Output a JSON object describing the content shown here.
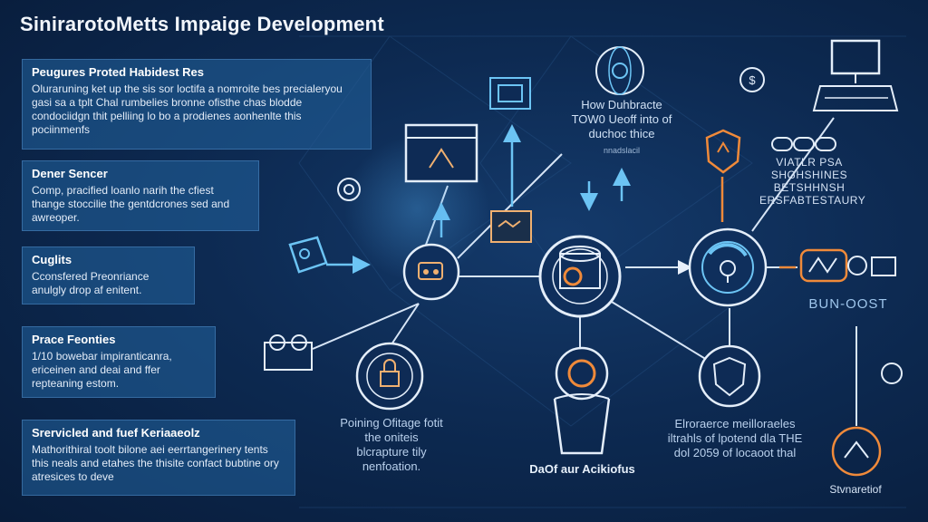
{
  "title": "SinirarotoMetts Impaige Development",
  "panels": [
    {
      "heading": "Peugures Proted Habidest Res",
      "body": "Oluraruning ket up the sis sor loctifa a nomroite bes precialeryou gasi sa a tplt Chal rumbelies bronne ofisthe chas blodde condociidgn thit pelliing lo bo a prodienes aonhenlte this pociinmenfs"
    },
    {
      "heading": "Dener Sencer",
      "body": "Comp, pracified loanlo narih the cfiest thange stoccilie the gentdcrones sed and awreoper."
    },
    {
      "heading": "Cuglits",
      "body": "Cconsfered Preonriance anulgly drop af enitent."
    },
    {
      "heading": "Prace Feonties",
      "body": "1/10 bowebar impiranticanra, ericeinen and deai and ffer repteaning estom."
    },
    {
      "heading": "Srervicled and fuef Keriaaeolz",
      "body": "Mathorithiral toolt bilone aei eerrtangerinery tents this neals and etahes the thisite confact bubtine ory atresices to deve"
    }
  ],
  "captions": {
    "top_center": "How Duhbracte TOW0 Ueoff into of duchoc thice",
    "top_center_small": "nnadslacil",
    "right_list": "VIATLR PSA SHGHSHINES BETSHHNSH ERSFABTESTAURY",
    "bun_cost": "BUN-OOST",
    "bottom_left": "Poining Ofitage fotit the oniteis blcrapture tily nenfoation.",
    "bottom_center": "DaOf aur Acikiofus",
    "bottom_right": "Elroraerce meilloraeles iltrahls of lpotend dla THE dol 2059 of locaoot thal",
    "bottom_far_right": "Stvnaretiof"
  },
  "colors": {
    "accent_blue": "#5fb8f0",
    "accent_orange": "#f08a3a",
    "node_outline": "#dfe9f7",
    "link": "#9fc4ea"
  }
}
